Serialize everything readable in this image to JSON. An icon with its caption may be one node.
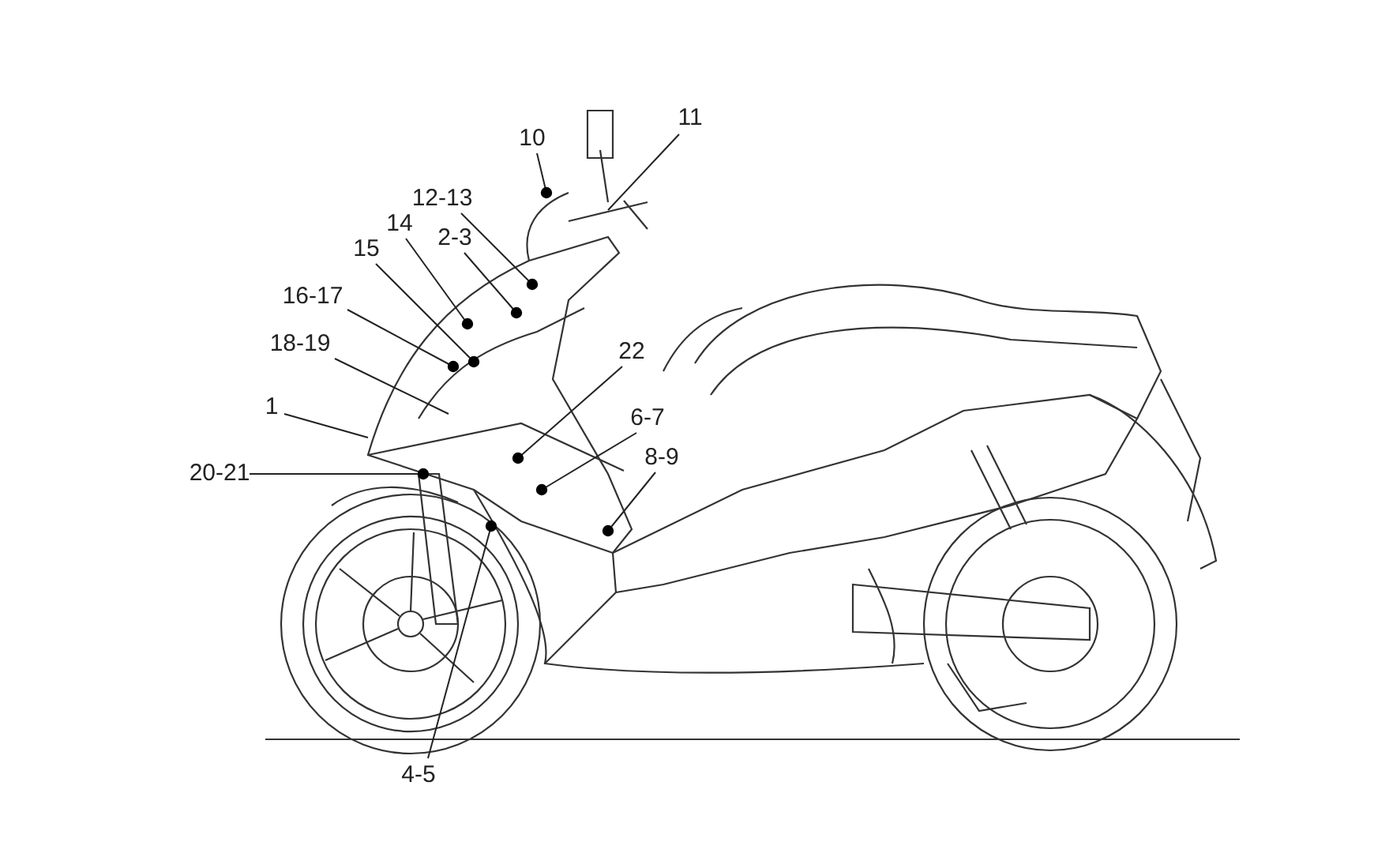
{
  "diagram": {
    "nodes": [
      {
        "text": [
          "10"
        ]
      },
      {
        "text": [
          "11"
        ]
      },
      {
        "text": [
          "12-13"
        ]
      },
      {
        "text": [
          "14"
        ]
      },
      {
        "text": [
          "2-3"
        ]
      },
      {
        "text": [
          "15"
        ]
      },
      {
        "text": [
          "16-17"
        ]
      },
      {
        "text": [
          "18-19"
        ]
      },
      {
        "text": [
          "22"
        ]
      },
      {
        "text": [
          "1"
        ]
      },
      {
        "text": [
          "6-7"
        ]
      },
      {
        "text": [
          "20-21"
        ]
      },
      {
        "text": [
          "8-9"
        ]
      },
      {
        "text": [
          "4-5"
        ]
      }
    ],
    "edges": [
      {
        "from": 0,
        "to": null,
        "arrow": "other"
      },
      {
        "from": 1,
        "to": null,
        "arrow": "none"
      },
      {
        "from": 2,
        "to": null,
        "arrow": "other"
      },
      {
        "from": 3,
        "to": null,
        "arrow": "other"
      },
      {
        "from": 4,
        "to": null,
        "arrow": "other"
      },
      {
        "from": 5,
        "to": null,
        "arrow": "other"
      },
      {
        "from": 6,
        "to": null,
        "arrow": "other"
      },
      {
        "from": 7,
        "to": null,
        "arrow": "none"
      },
      {
        "from": 8,
        "to": null,
        "arrow": "other"
      },
      {
        "from": 9,
        "to": null,
        "arrow": "none"
      },
      {
        "from": 10,
        "to": null,
        "arrow": "other"
      },
      {
        "from": 11,
        "to": null,
        "arrow": "other"
      },
      {
        "from": 12,
        "to": null,
        "arrow": "other"
      },
      {
        "from": 13,
        "to": null,
        "arrow": "other"
      }
    ]
  }
}
